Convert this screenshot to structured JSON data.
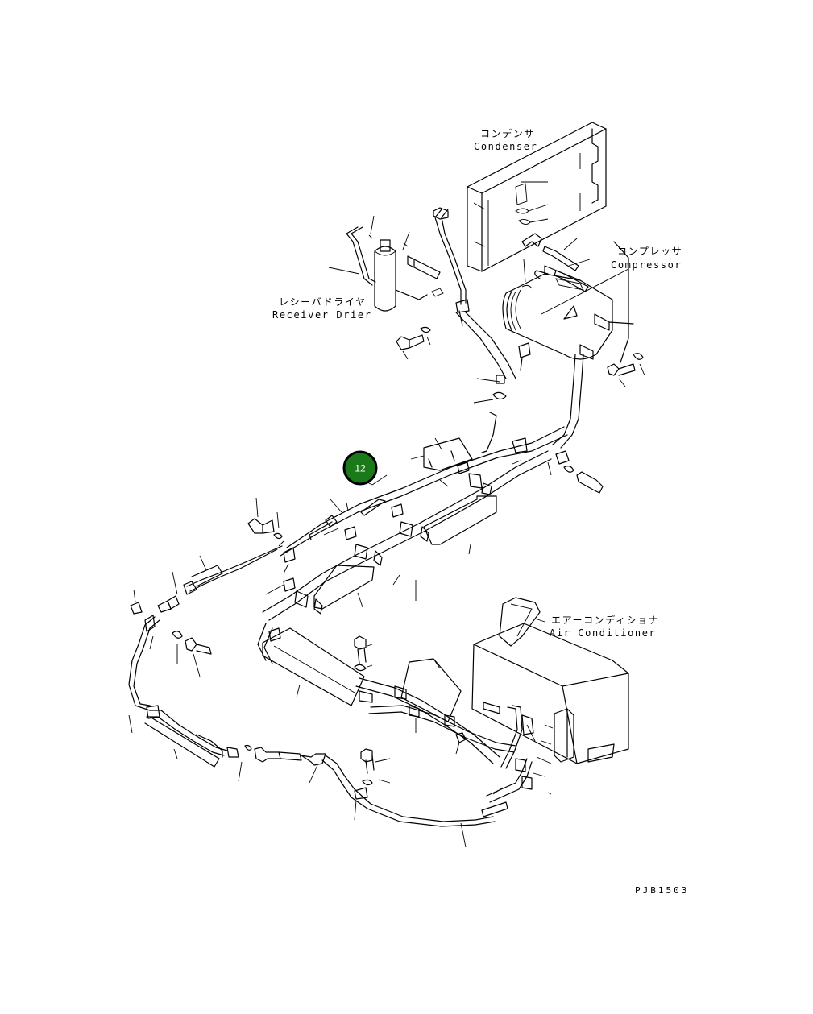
{
  "diagram": {
    "labels": {
      "condenser_jp": "コンデンサ",
      "condenser_en": "Condenser",
      "compressor_jp": "コンプレッサ",
      "compressor_en": "Compressor",
      "receiver_drier_jp": "レシーバドライヤ",
      "receiver_drier_en": "Receiver Drier",
      "air_conditioner_jp": "エアーコンディショナ",
      "air_conditioner_en": "Air Conditioner"
    },
    "callout": {
      "number": "12",
      "color": "#1a7a1a",
      "ring_color": "#000000"
    },
    "drawing_code": "PJB1503",
    "line_color": "#000000",
    "background": "#ffffff"
  }
}
